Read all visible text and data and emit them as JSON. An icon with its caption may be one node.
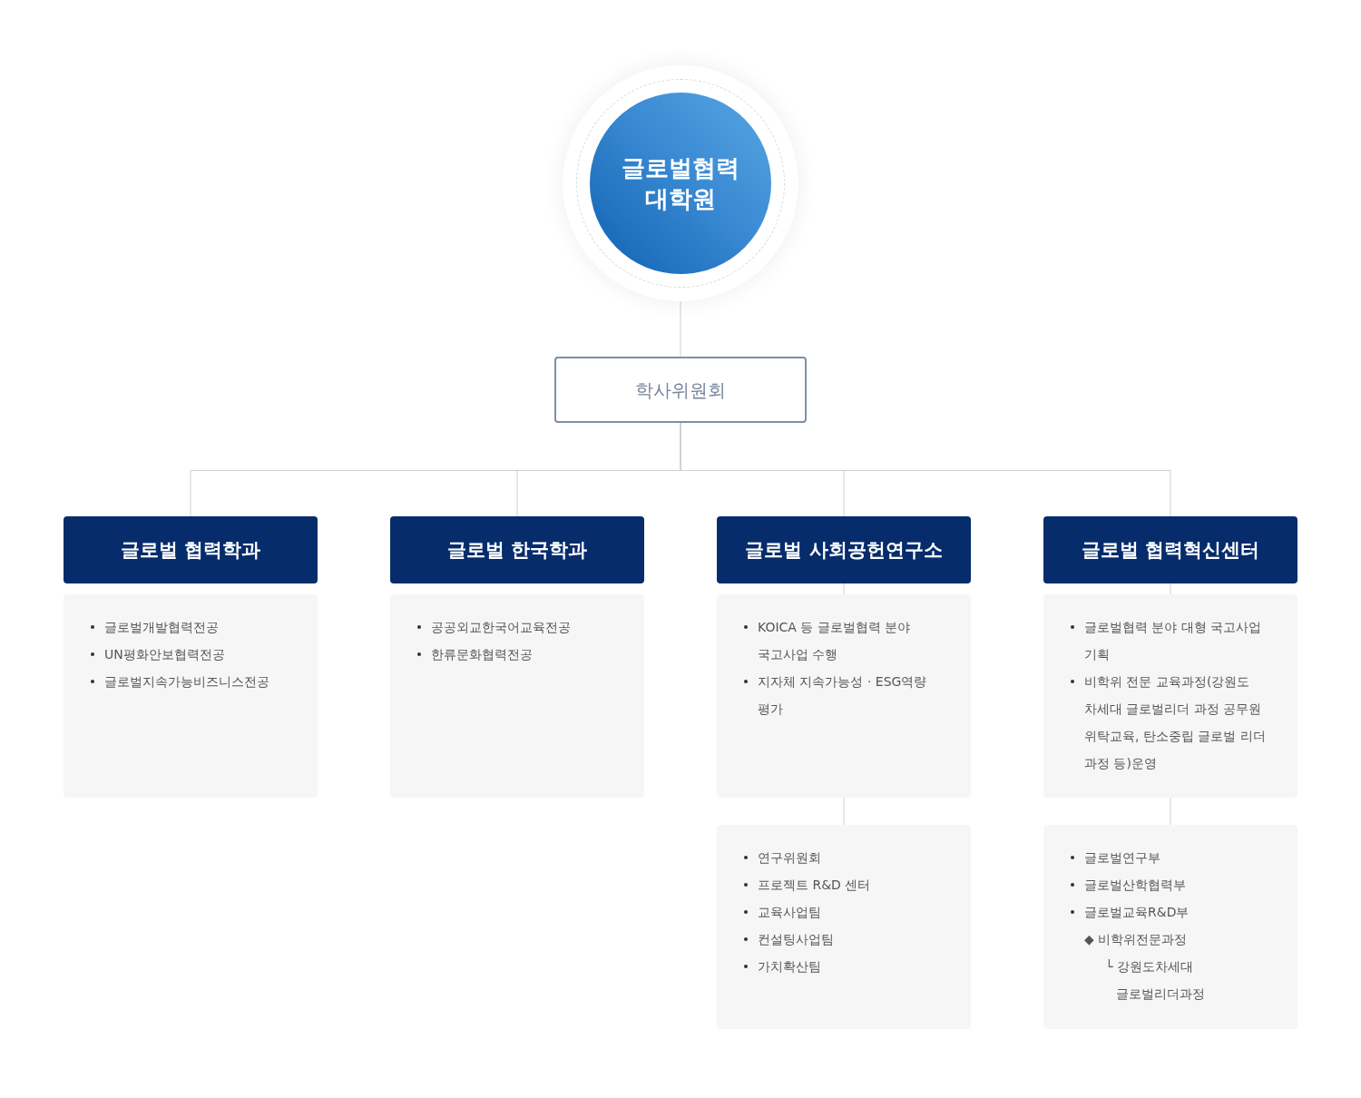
{
  "diagram": {
    "nodes": [
      {
        "text": [
          "글로벌협력 대학원"
        ]
      },
      {
        "text": [
          "학사위원회"
        ]
      },
      {
        "text": [
          "글로벌 협력학과"
        ]
      },
      {
        "text": [
          "글로벌개발협력전공",
          "UN평화안보협력전공",
          "글로벌지속가능비즈니스전공"
        ]
      },
      {
        "text": [
          "글로벌 한국학과"
        ]
      },
      {
        "text": [
          "공공외교한국어교육전공",
          "한류문화협력전공"
        ]
      },
      {
        "text": [
          "글로벌 사회공헌연구소"
        ]
      },
      {
        "text": [
          "KOICA 등 글로벌협력 분야 국고사업 수행",
          "지자체 지속가능성 · ESG역량 평가"
        ]
      },
      {
        "text": [
          "연구위원회",
          "프로젝트 R&D 센터",
          "교육사업팀",
          "컨설팅사업팀",
          "가치확산팀"
        ]
      },
      {
        "text": [
          "글로벌 협력혁신센터"
        ]
      },
      {
        "text": [
          "글로벌협력 분야 대형 국고사업 기획",
          "비학위 전문 교육과정(강원도 차세대 글로벌리더 과정 공무원 위탁교육, 탄소중립 글로벌 리더 과정 등)운영"
        ]
      },
      {
        "text": [
          "글로벌연구부",
          "글로벌산학협력부",
          "글로벌교육R&D부",
          "◆ 비학위전문과정",
          "└ 강원도차세대 글로벌리더과정"
        ]
      }
    ],
    "edges": [
      {
        "from": 0,
        "to": 1,
        "arrow": "none"
      },
      {
        "from": 1,
        "to": 2,
        "arrow": "none"
      },
      {
        "from": 1,
        "to": 4,
        "arrow": "none"
      },
      {
        "from": 1,
        "to": 6,
        "arrow": "none"
      },
      {
        "from": 1,
        "to": 9,
        "arrow": "none"
      },
      {
        "from": 6,
        "to": 7,
        "arrow": "none"
      },
      {
        "from": 7,
        "to": 8,
        "arrow": "none"
      },
      {
        "from": 9,
        "to": 10,
        "arrow": "none"
      },
      {
        "from": 10,
        "to": 11,
        "arrow": "none"
      }
    ]
  }
}
